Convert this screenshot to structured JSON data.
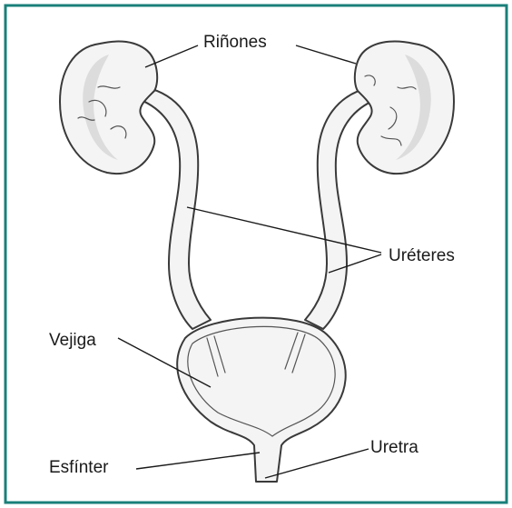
{
  "colors": {
    "frame": "#1a7f7a",
    "organ_fill": "#f4f4f4",
    "organ_stroke": "#3a3a3a",
    "text": "#1a1a1a"
  },
  "labels": {
    "kidneys": "Riñones",
    "ureters": "Uréteres",
    "bladder": "Vejiga",
    "sphincter": "Esfínter",
    "urethra": "Uretra"
  }
}
